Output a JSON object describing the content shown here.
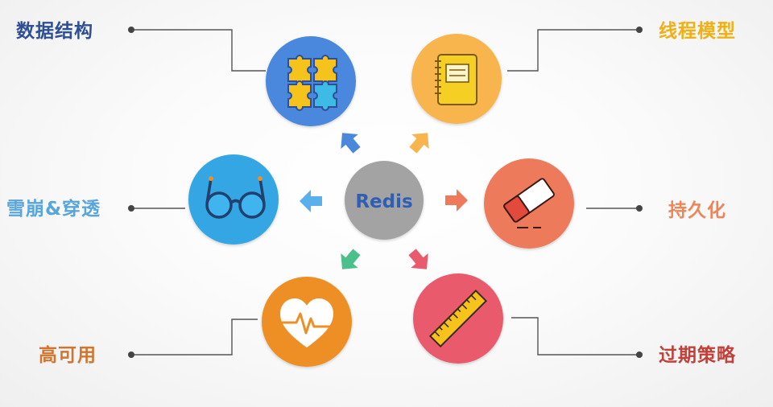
{
  "center": {
    "label": "Redis",
    "color": "#a3a3a3",
    "text_color": "#2f5fb4"
  },
  "nodes": [
    {
      "id": "data-structure",
      "label": "数据结构",
      "color": "#4a88dc",
      "label_color": "#2e4f96",
      "icon": "puzzle-icon"
    },
    {
      "id": "thread-model",
      "label": "线程模型",
      "color": "#f8b44d",
      "label_color": "#f0b014",
      "icon": "notebook-icon"
    },
    {
      "id": "avalanche",
      "label": "雪崩&穿透",
      "color": "#36a6e4",
      "label_color": "#58a5dc",
      "icon": "glasses-icon"
    },
    {
      "id": "persistence",
      "label": "持久化",
      "color": "#ee7a5b",
      "label_color": "#ee8558",
      "icon": "eraser-icon"
    },
    {
      "id": "high-availability",
      "label": "高可用",
      "color": "#ee8f26",
      "label_color": "#cf7530",
      "icon": "heartbeat-icon"
    },
    {
      "id": "expiry",
      "label": "过期策略",
      "color": "#e85a6c",
      "label_color": "#c0413a",
      "icon": "ruler-icon"
    }
  ],
  "arrow_colors": {
    "data-structure": "#4a88dc",
    "thread-model": "#f8b44d",
    "avalanche": "#5ab0ea",
    "persistence": "#ee7a5b",
    "high-availability": "#4cc08a",
    "expiry": "#e85a6c"
  }
}
